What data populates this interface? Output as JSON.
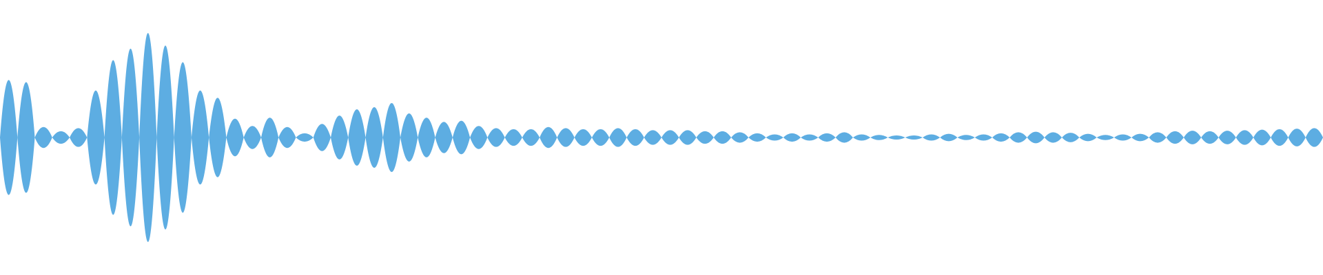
{
  "waveform": {
    "color": "#5dade2",
    "background": "#ffffff",
    "peaks": [
      0.55,
      0.53,
      0.1,
      0.06,
      0.09,
      0.45,
      0.74,
      0.85,
      1.0,
      0.88,
      0.72,
      0.45,
      0.38,
      0.18,
      0.11,
      0.19,
      0.1,
      0.04,
      0.13,
      0.21,
      0.27,
      0.29,
      0.33,
      0.23,
      0.19,
      0.15,
      0.16,
      0.11,
      0.09,
      0.08,
      0.08,
      0.1,
      0.09,
      0.08,
      0.08,
      0.09,
      0.08,
      0.07,
      0.07,
      0.07,
      0.06,
      0.06,
      0.05,
      0.04,
      0.03,
      0.04,
      0.03,
      0.04,
      0.05,
      0.03,
      0.025,
      0.015,
      0.02,
      0.03,
      0.035,
      0.025,
      0.03,
      0.04,
      0.05,
      0.055,
      0.05,
      0.045,
      0.035,
      0.025,
      0.03,
      0.035,
      0.05,
      0.06,
      0.065,
      0.06,
      0.065,
      0.07,
      0.075,
      0.08,
      0.085,
      0.09
    ]
  }
}
